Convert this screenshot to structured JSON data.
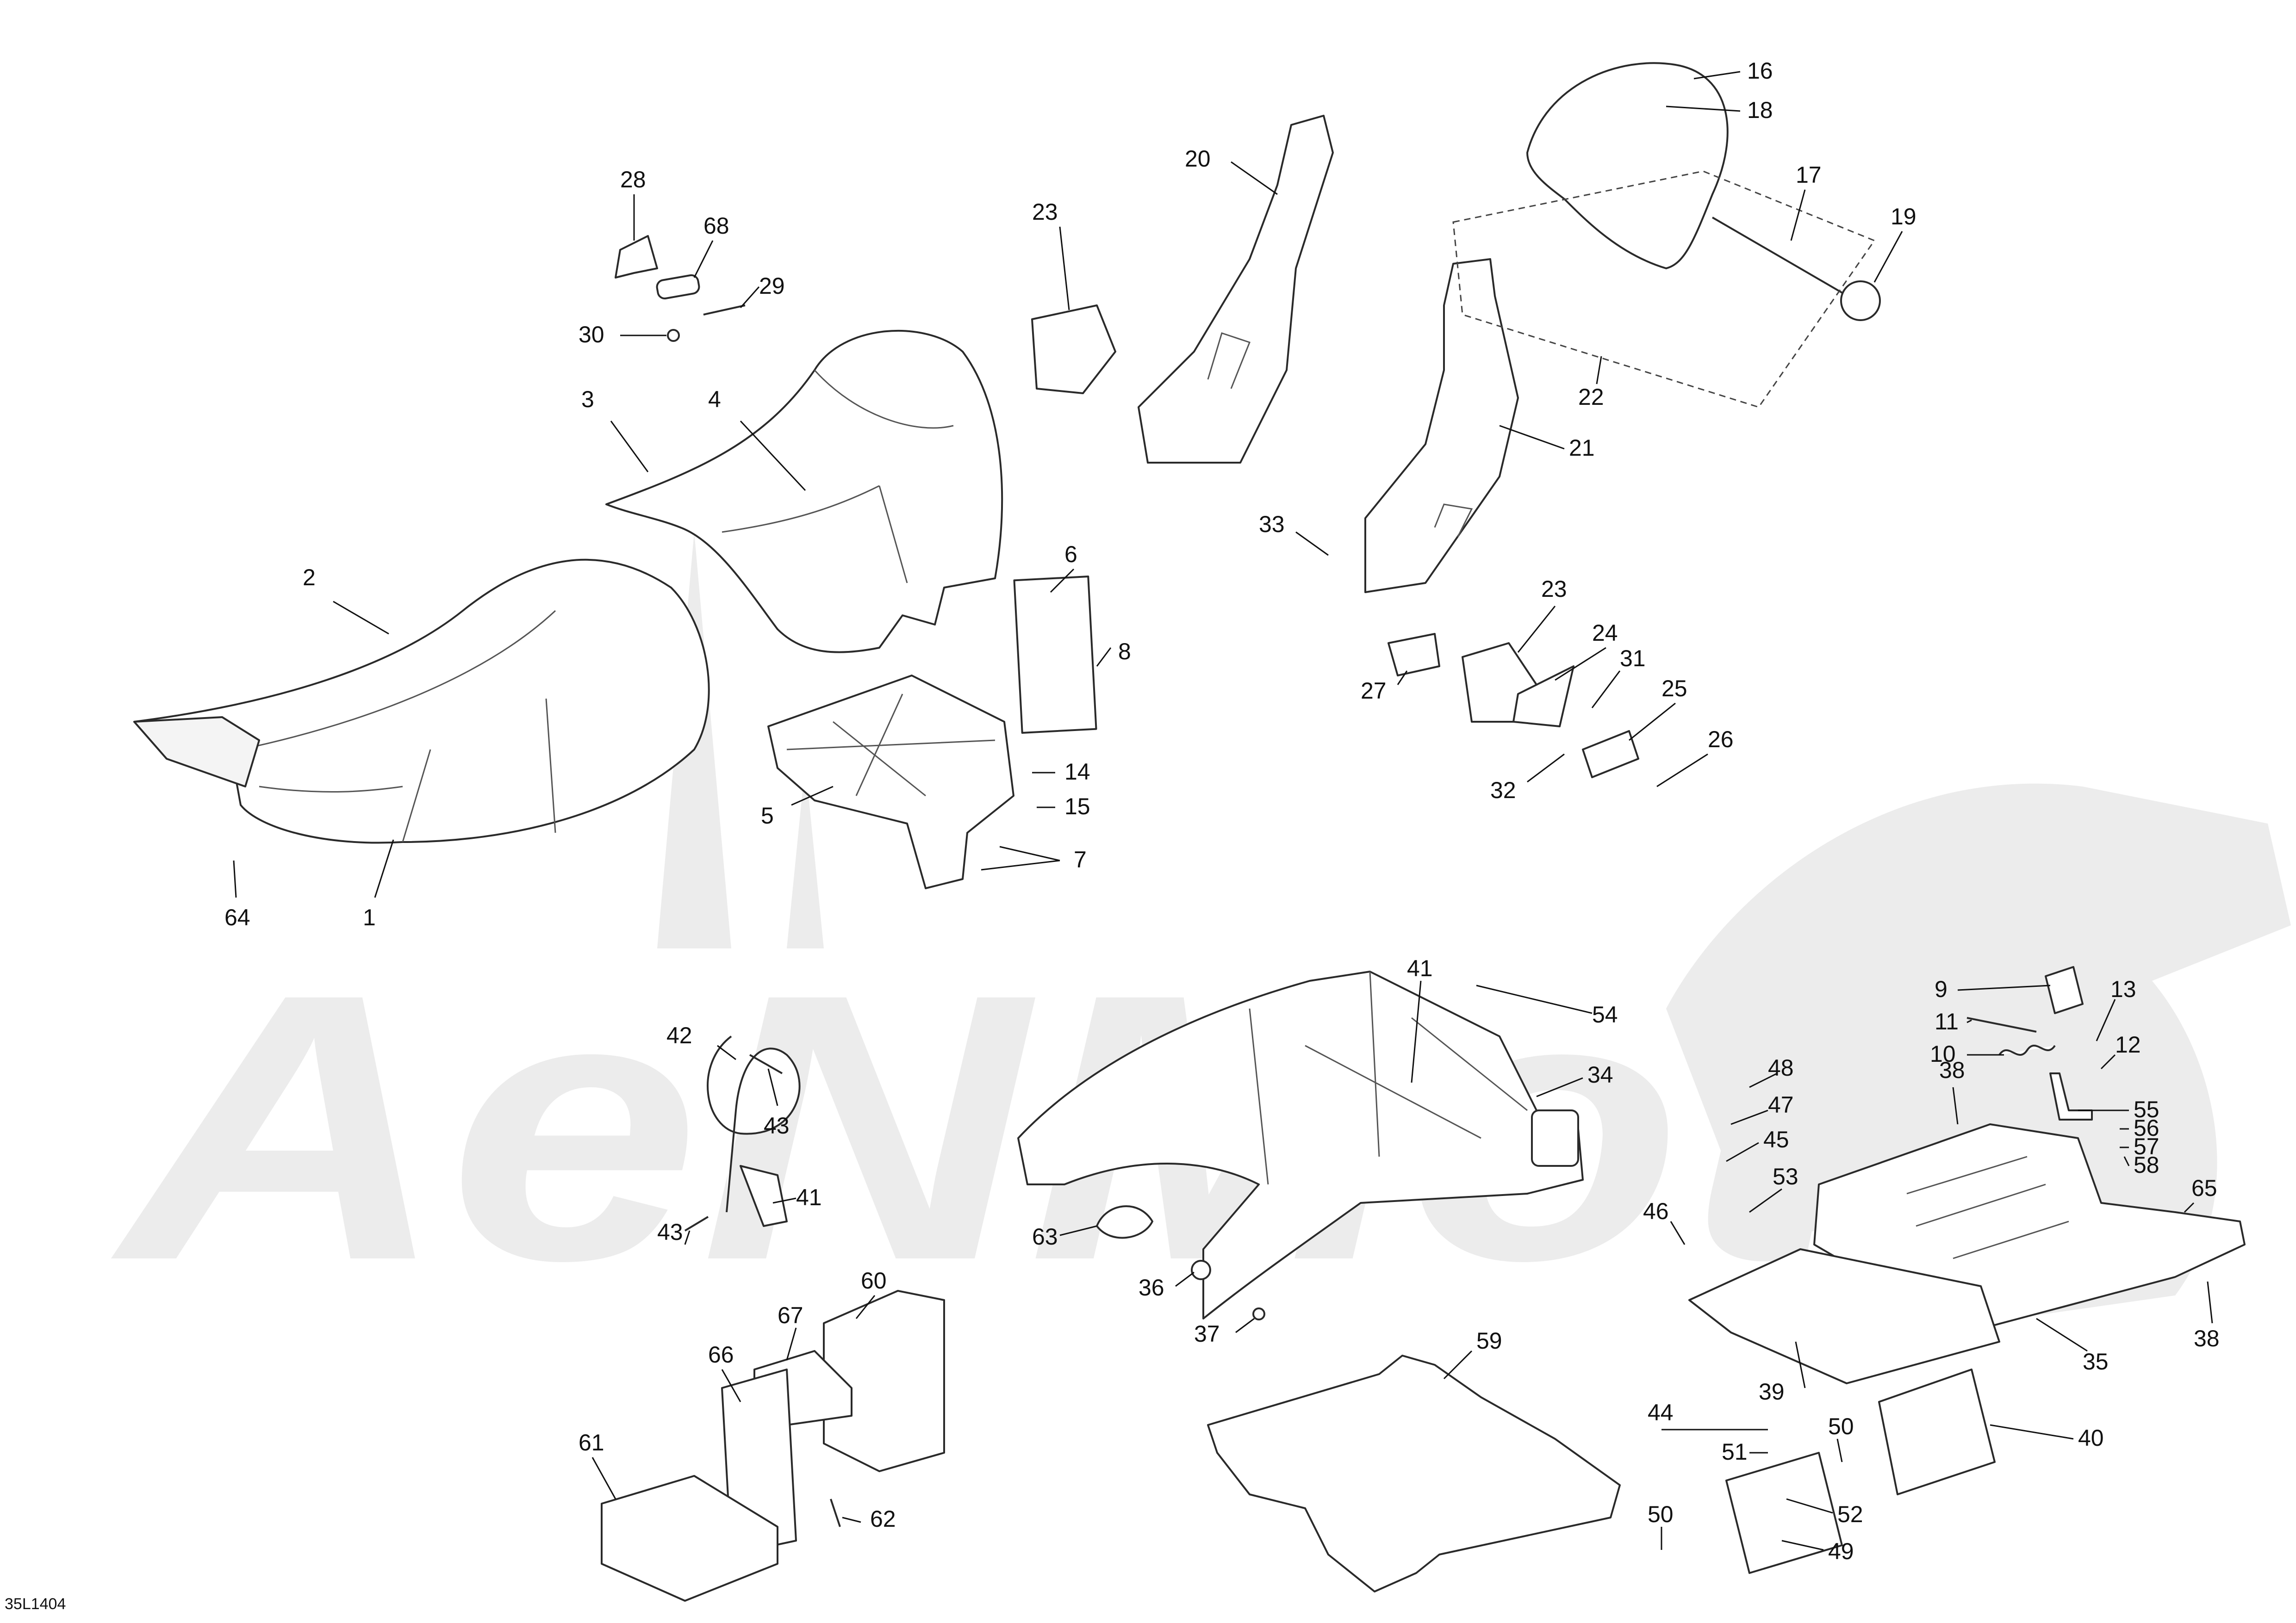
{
  "watermark": {
    "text": "AeNMoto"
  },
  "drawing_code": "35L1404",
  "callouts": {
    "c1": "1",
    "c2": "2",
    "c3": "3",
    "c4": "4",
    "c5": "5",
    "c6": "6",
    "c7": "7",
    "c8": "8",
    "c9": "9",
    "c10": "10",
    "c11": "11",
    "c12": "12",
    "c13": "13",
    "c14": "14",
    "c15": "15",
    "c16": "16",
    "c17": "17",
    "c18": "18",
    "c19": "19",
    "c20": "20",
    "c21": "21",
    "c22": "22",
    "c23a": "23",
    "c23b": "23",
    "c24": "24",
    "c25": "25",
    "c26": "26",
    "c27": "27",
    "c28": "28",
    "c29": "29",
    "c30": "30",
    "c31": "31",
    "c32": "32",
    "c33": "33",
    "c34": "34",
    "c35": "35",
    "c36": "36",
    "c37": "37",
    "c38a": "38",
    "c38b": "38",
    "c39": "39",
    "c40": "40",
    "c41a": "41",
    "c41b": "41",
    "c42": "42",
    "c43a": "43",
    "c43b": "43",
    "c44": "44",
    "c45": "45",
    "c46": "46",
    "c47": "47",
    "c48": "48",
    "c49": "49",
    "c50a": "50",
    "c50b": "50",
    "c51": "51",
    "c52": "52",
    "c53": "53",
    "c54": "54",
    "c55": "55",
    "c56": "56",
    "c57": "57",
    "c58": "58",
    "c59": "59",
    "c60": "60",
    "c61": "61",
    "c62": "62",
    "c63": "63",
    "c64": "64",
    "c65": "65",
    "c66": "66",
    "c67": "67",
    "c68": "68"
  }
}
